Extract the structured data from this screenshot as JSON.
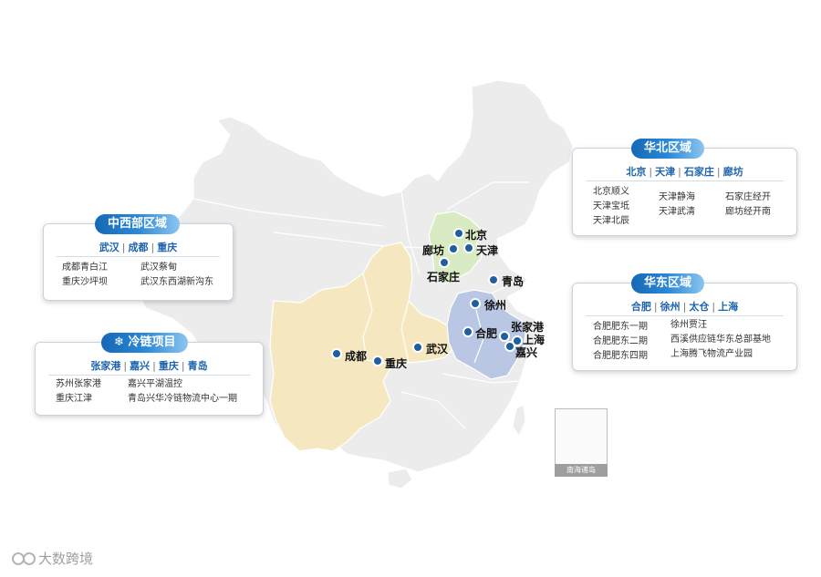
{
  "colors": {
    "accent": "#1d63ad",
    "north_region": "#d9ebc2",
    "east_region": "#b9c7e4",
    "central_west_region": "#f5e8c0",
    "land": "#ececec",
    "dot": "#1f5f9f"
  },
  "map": {
    "inset_label": "南海诸岛",
    "cities": [
      {
        "name": "北京"
      },
      {
        "name": "天津"
      },
      {
        "name": "廊坊"
      },
      {
        "name": "石家庄"
      },
      {
        "name": "青岛"
      },
      {
        "name": "徐州"
      },
      {
        "name": "合肥"
      },
      {
        "name": "张家港"
      },
      {
        "name": "上海"
      },
      {
        "name": "嘉兴"
      },
      {
        "name": "成都"
      },
      {
        "name": "重庆"
      },
      {
        "name": "武汉"
      }
    ]
  },
  "panels": {
    "north": {
      "title": "华北区域",
      "cities": [
        "北京",
        "天津",
        "石家庄",
        "廊坊"
      ],
      "col1": [
        "北京顺义",
        "天津宝坻",
        "天津北辰"
      ],
      "col2": [
        "天津静海",
        "天津武清"
      ],
      "col3": [
        "石家庄经开",
        "廊坊经开南"
      ]
    },
    "central_west": {
      "title": "中西部区域",
      "cities": [
        "武汉",
        "成都",
        "重庆"
      ],
      "col1": [
        "成都青白江",
        "重庆沙坪坝"
      ],
      "col2": [
        "武汉蔡甸",
        "武汉东西湖新沟东"
      ]
    },
    "east": {
      "title": "华东区域",
      "cities": [
        "合肥",
        "徐州",
        "太仓",
        "上海"
      ],
      "col1": [
        "合肥肥东一期",
        "合肥肥东二期",
        "合肥肥东四期"
      ],
      "col2": [
        "徐州贾汪",
        "西溪供应链华东总部基地",
        "上海腾飞物流产业园"
      ]
    },
    "cold_chain": {
      "icon": "snowflake-icon",
      "title": "冷链项目",
      "cities": [
        "张家港",
        "嘉兴",
        "重庆",
        "青岛"
      ],
      "col1": [
        "苏州张家港",
        "重庆江津"
      ],
      "col2": [
        "嘉兴平湖温控",
        "青岛兴华冷链物流中心一期"
      ]
    }
  },
  "logo": {
    "text": "大数跨境"
  }
}
